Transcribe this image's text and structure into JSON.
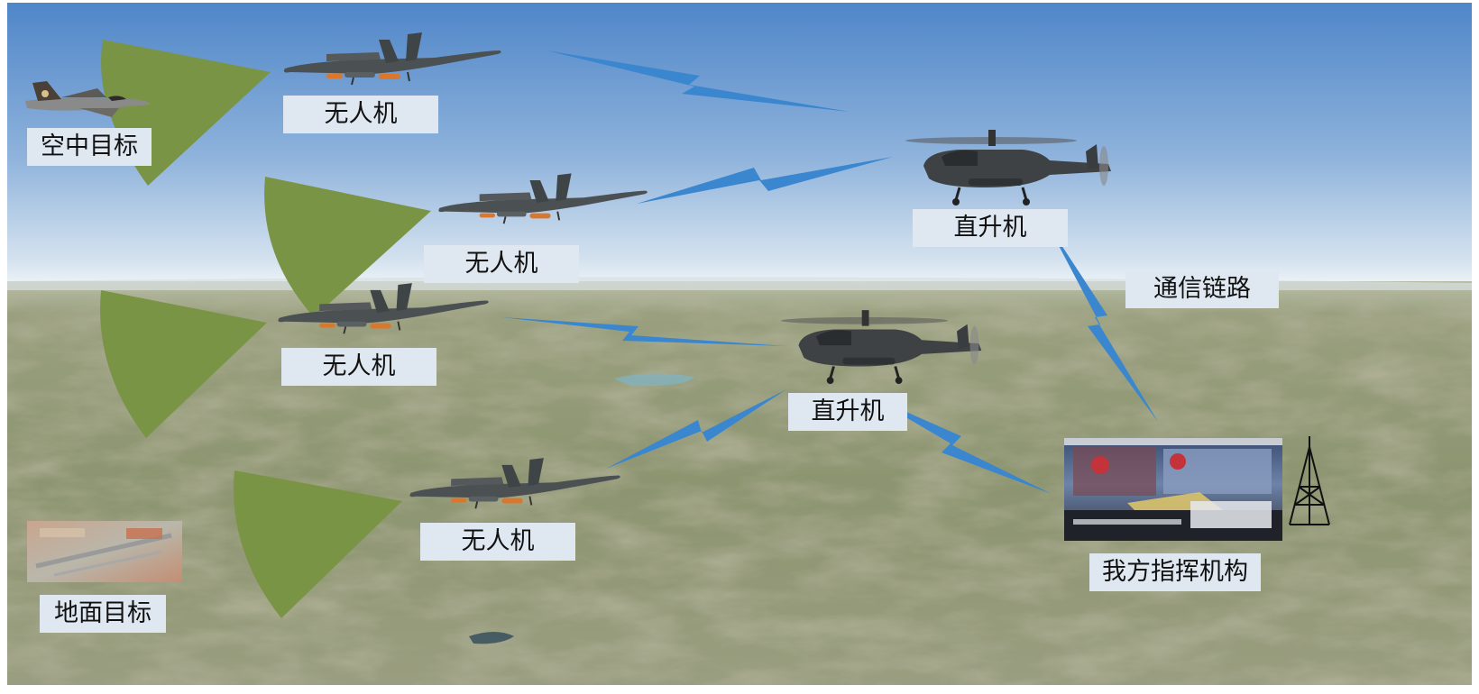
{
  "labels": {
    "air_target": "空中目标",
    "ground_target": "地面目标",
    "uav_1": "无人机",
    "uav_2": "无人机",
    "uav_3": "无人机",
    "uav_4": "无人机",
    "helicopter_1": "直升机",
    "helicopter_2": "直升机",
    "comm_link": "通信链路",
    "command_center": "我方指挥机构"
  },
  "colors": {
    "sky_top": "#4f86c8",
    "sky_horizon": "#e6eef6",
    "terrain": "#8f9770",
    "sensor_cone": "#7a9446",
    "comm_link": "#3a86cf",
    "label_background": "#dfe8f1",
    "aircraft": "#4a4f52"
  },
  "icons": {
    "air_target": "fighter-jet-icon",
    "ground_target": "airfield-photo-icon",
    "uav": "uav-drone-icon",
    "helicopter": "attack-helicopter-icon",
    "command_center": "command-room-photo-icon",
    "antenna": "radio-tower-icon"
  }
}
